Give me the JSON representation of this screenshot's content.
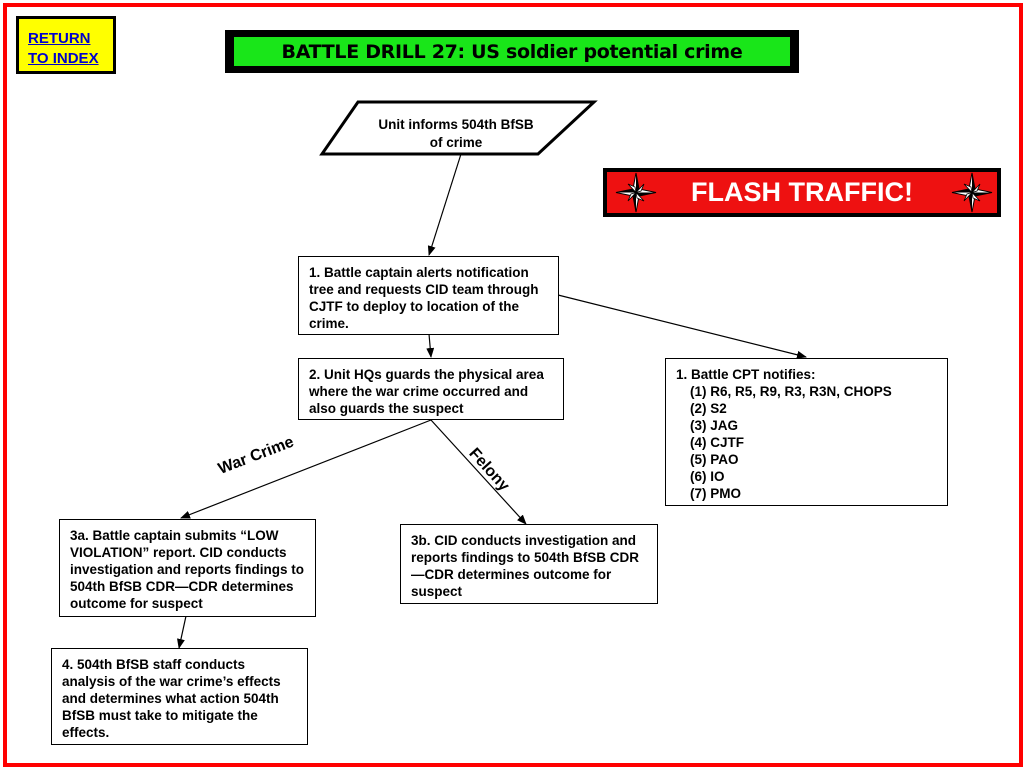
{
  "return_button": {
    "label_line1": "RETURN",
    "label_line2": "TO INDEX"
  },
  "title": {
    "text": "BATTLE DRILL 27:  US soldier potential crime"
  },
  "flash": {
    "text": "FLASH TRAFFIC!"
  },
  "colors": {
    "frame": "#ff0000",
    "title_fill": "#19e619",
    "flash_fill": "#ee1111",
    "return_fill": "#ffff00"
  },
  "nodes": {
    "start": {
      "line1": "Unit informs 504th BfSB",
      "line2": "of  crime"
    },
    "step1": {
      "text": "1. Battle captain alerts notification tree and requests CID team through CJTF to deploy to location of the crime."
    },
    "step2": {
      "text": "2. Unit HQs guards the physical area where the war crime occurred and also guards the suspect"
    },
    "notify": {
      "heading": "1. Battle CPT notifies:",
      "items": [
        "(1) R6, R5, R9, R3, R3N, CHOPS",
        "(2) S2",
        "(3) JAG",
        "(4) CJTF",
        "(5) PAO",
        "(6) IO",
        "(7) PMO"
      ]
    },
    "step3a": {
      "text": "3a. Battle captain submits “LOW VIOLATION” report. CID conducts investigation and reports findings to 504th BfSB CDR—CDR determines outcome for suspect"
    },
    "step3b": {
      "text": "3b. CID conducts investigation and reports findings to 504th BfSB CDR—CDR determines outcome for suspect"
    },
    "step4": {
      "text": "4. 504th BfSB staff conducts analysis of the war crime’s effects and determines what action 504th BfSB must take to mitigate the effects."
    }
  },
  "edge_labels": {
    "war_crime": "War Crime",
    "felony": "Felony"
  }
}
